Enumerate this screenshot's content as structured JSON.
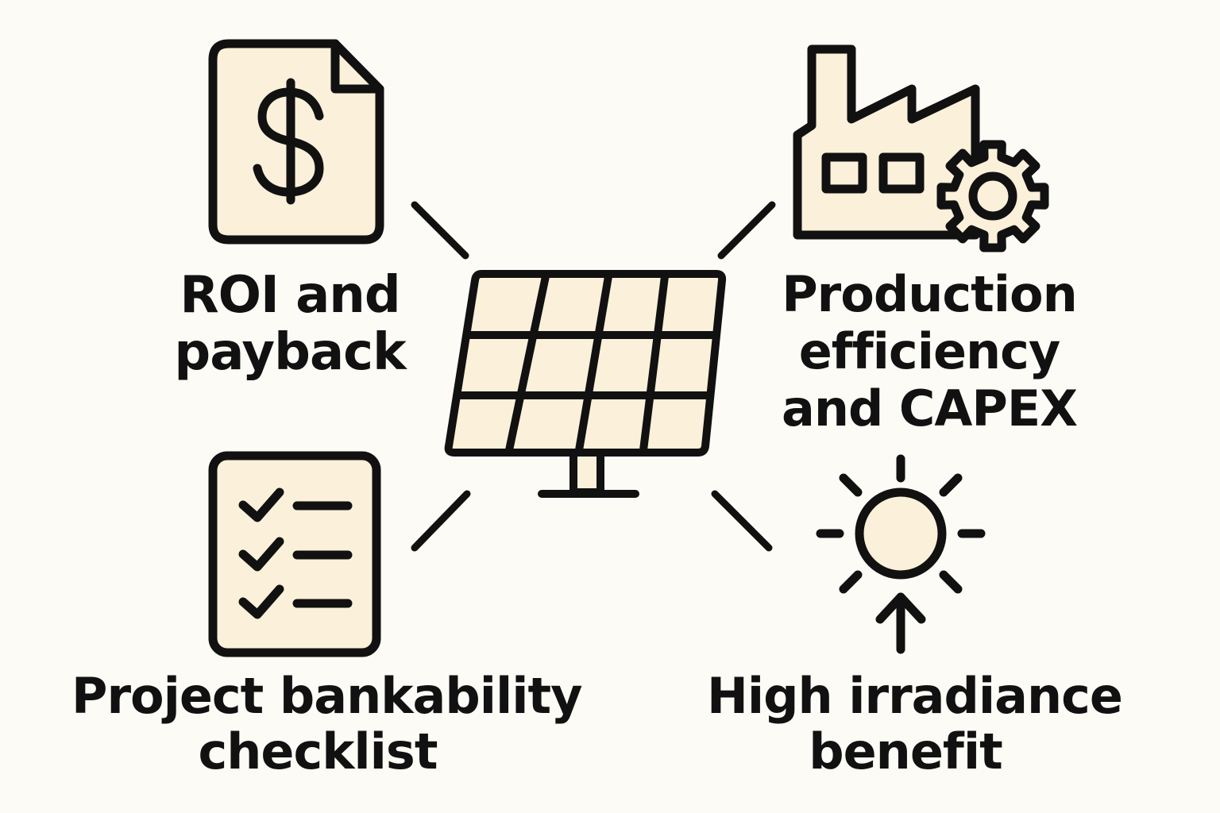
{
  "colors": {
    "background": "#fdfbf5",
    "fill": "#fbf0d9",
    "stroke": "#111111"
  },
  "center": {
    "icon": "solar-panel-icon"
  },
  "nodes": [
    {
      "id": "roi",
      "icon": "dollar-document-icon",
      "lines": [
        "ROI and",
        "payback"
      ]
    },
    {
      "id": "production",
      "icon": "factory-gear-icon",
      "lines": [
        "Production",
        "efficiency",
        "and CAPEX"
      ]
    },
    {
      "id": "bankability",
      "icon": "checklist-icon",
      "lines": [
        "Project bankability",
        "checklist"
      ]
    },
    {
      "id": "irradiance",
      "icon": "sun-arrow-icon",
      "lines": [
        "High irradiance",
        "benefit"
      ]
    }
  ]
}
